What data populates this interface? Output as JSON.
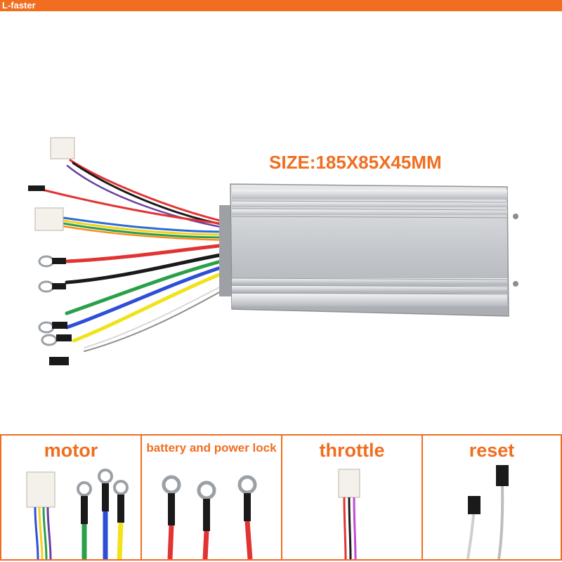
{
  "header": {
    "brand": "L-faster"
  },
  "product": {
    "size_label": "SIZE:185X85X45MM",
    "colors": {
      "accent": "#f16d1f",
      "case": "#c9ccd0"
    }
  },
  "panels": [
    {
      "label": "motor",
      "icon": "motor-connector-icon"
    },
    {
      "label": "battery and power lock",
      "icon": "ring-terminal-icon"
    },
    {
      "label": "throttle",
      "icon": "throttle-connector-icon"
    },
    {
      "label": "reset",
      "icon": "reset-plug-icon"
    }
  ]
}
